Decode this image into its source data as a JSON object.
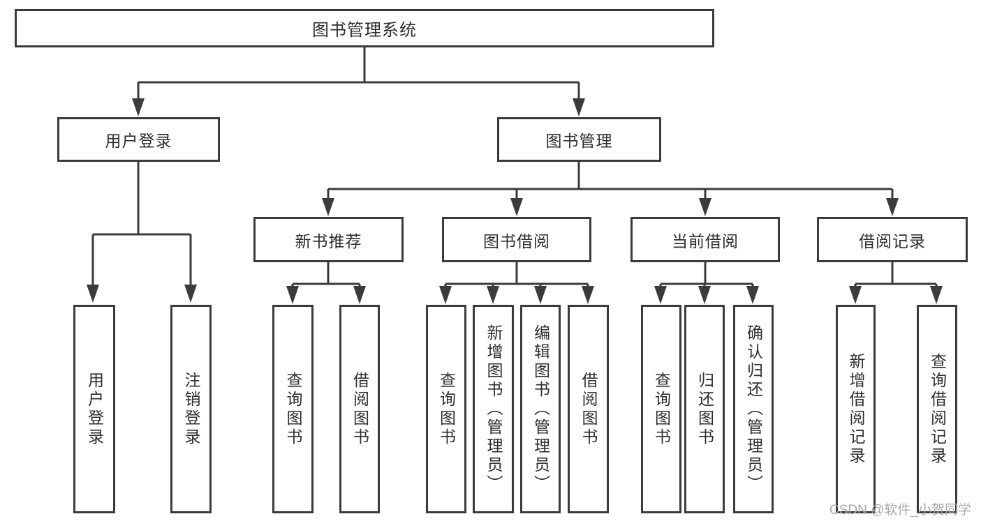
{
  "diagram_title": "图书管理系统",
  "tree": {
    "label": "图书管理系统",
    "children": [
      {
        "label": "用户登录",
        "children": [
          {
            "label": "用户登录"
          },
          {
            "label": "注销登录"
          }
        ]
      },
      {
        "label": "图书管理",
        "children": [
          {
            "label": "新书推荐",
            "children": [
              {
                "label": "查询图书"
              },
              {
                "label": "借阅图书"
              }
            ]
          },
          {
            "label": "图书借阅",
            "children": [
              {
                "label": "查询图书"
              },
              {
                "label": "新增图书（管理员）"
              },
              {
                "label": "编辑图书（管理员）"
              },
              {
                "label": "借阅图书"
              }
            ]
          },
          {
            "label": "当前借阅",
            "children": [
              {
                "label": "查询图书"
              },
              {
                "label": "归还图书"
              },
              {
                "label": "确认归还（管理员）"
              }
            ]
          },
          {
            "label": "借阅记录",
            "children": [
              {
                "label": "新增借阅记录"
              },
              {
                "label": "查询借阅记录"
              }
            ]
          }
        ]
      }
    ]
  },
  "watermark": {
    "text": "CSDN @软件_小贺同学"
  },
  "colors": {
    "line": "#3b3b3b",
    "box_border": "#3b3b3b",
    "text": "#2e2e2e",
    "background": "#ffffff",
    "watermark": "#a9a9a9"
  }
}
